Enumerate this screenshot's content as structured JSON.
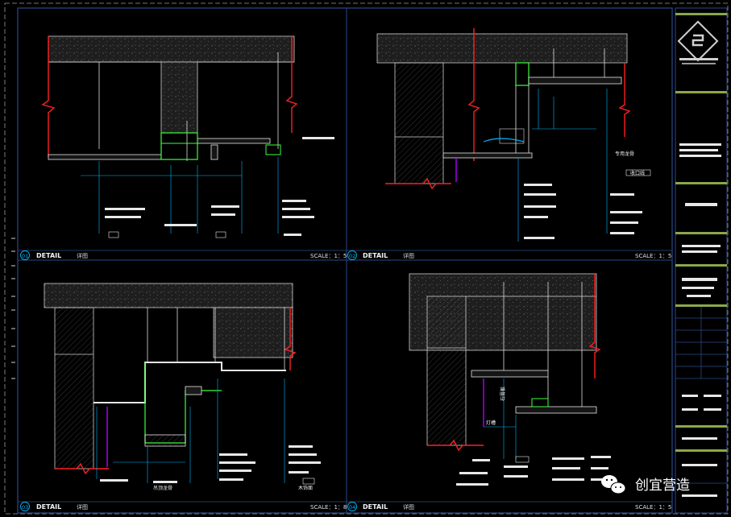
{
  "panels": [
    {
      "num": "01",
      "title": "DETAIL",
      "subtitle": "详图",
      "scale": "SCALE：1：5"
    },
    {
      "num": "02",
      "title": "DETAIL",
      "subtitle": "详图",
      "scale": "SCALE：1：5"
    },
    {
      "num": "03",
      "title": "DETAIL",
      "subtitle": "详图",
      "scale": "SCALE：1：8"
    },
    {
      "num": "04",
      "title": "DETAIL",
      "subtitle": "详图",
      "scale": "SCALE：1：5"
    }
  ],
  "annotations": {
    "p2_label_a": "专用龙骨",
    "p2_label_b": "收口线",
    "p3_label_a": "吊顶龙骨",
    "p3_label_b": "木饰面",
    "p4_label_a": "灯槽",
    "p4_label_b": "石膏板"
  },
  "watermark": {
    "text": "创宜营造"
  },
  "title_block": {
    "logo": "logo-mark"
  },
  "colors": {
    "red": "#ff2020",
    "cyan": "#00b7ff",
    "green": "#3cff3c",
    "white": "#e8e8e8",
    "frame": "#2a4a8a"
  }
}
